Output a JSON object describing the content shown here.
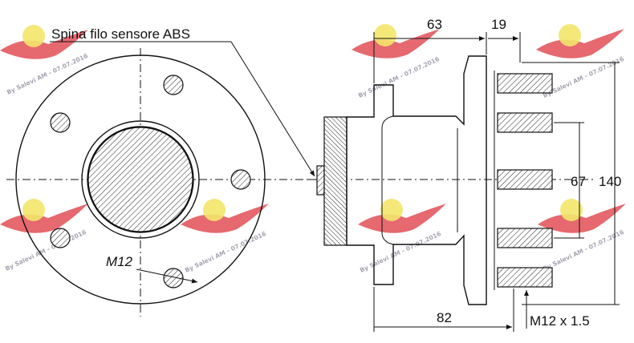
{
  "callout": {
    "abs_sensor_label": "Spina filo sensore ABS"
  },
  "front_view": {
    "bolt_thread_label": "M12"
  },
  "side_view": {
    "dim_width_top": "63",
    "dim_flange_thickness": "19",
    "dim_total_length": "82",
    "dim_inner_diameter": "67",
    "dim_outer_diameter": "140",
    "thread_spec": "M12 x 1.5"
  },
  "watermark": {
    "text": "By Salevi AM - 07.07.2016"
  },
  "colors": {
    "line": "#111111",
    "watermark_red": "#d8202a",
    "watermark_yellow": "#f2e25a"
  }
}
